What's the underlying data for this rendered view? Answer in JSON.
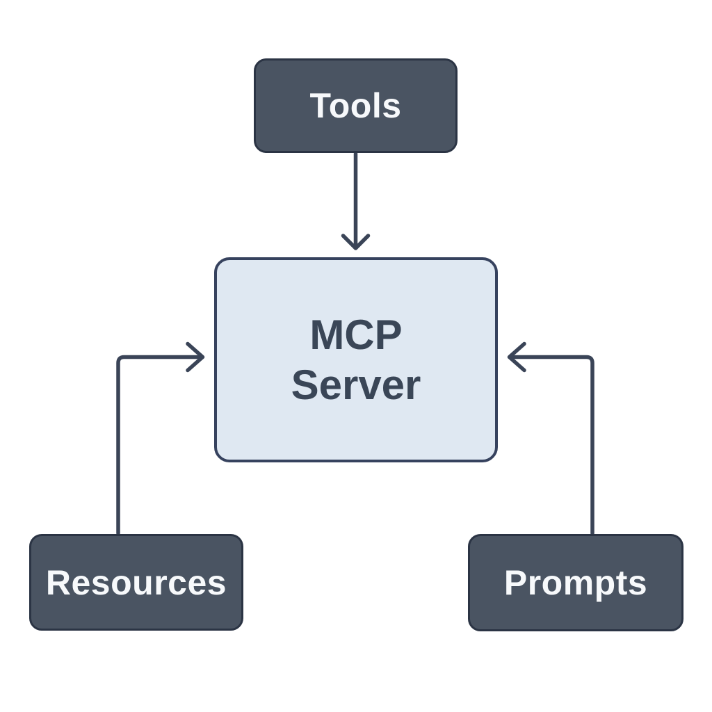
{
  "theme": {
    "bg": "#ffffff",
    "node_fill": "#4a5462",
    "node_border": "#2b3444",
    "node_text": "#f7f9fb",
    "mcp_fill": "#dfe8f2",
    "mcp_border": "#36425e",
    "mcp_text": "#3a4657",
    "edge": "#3a4457"
  },
  "diagram": {
    "title": "MCP Server diagram",
    "nodes": {
      "tools": {
        "label": "Tools"
      },
      "mcp_server": {
        "label": "MCP Server",
        "line1": "MCP",
        "line2": "Server"
      },
      "resources": {
        "label": "Resources"
      },
      "prompts": {
        "label": "Prompts"
      }
    },
    "edges": [
      {
        "from": "tools",
        "to": "mcp_server",
        "direction": "down"
      },
      {
        "from": "resources",
        "to": "mcp_server",
        "direction": "up-then-right"
      },
      {
        "from": "prompts",
        "to": "mcp_server",
        "direction": "up-then-left"
      }
    ]
  }
}
